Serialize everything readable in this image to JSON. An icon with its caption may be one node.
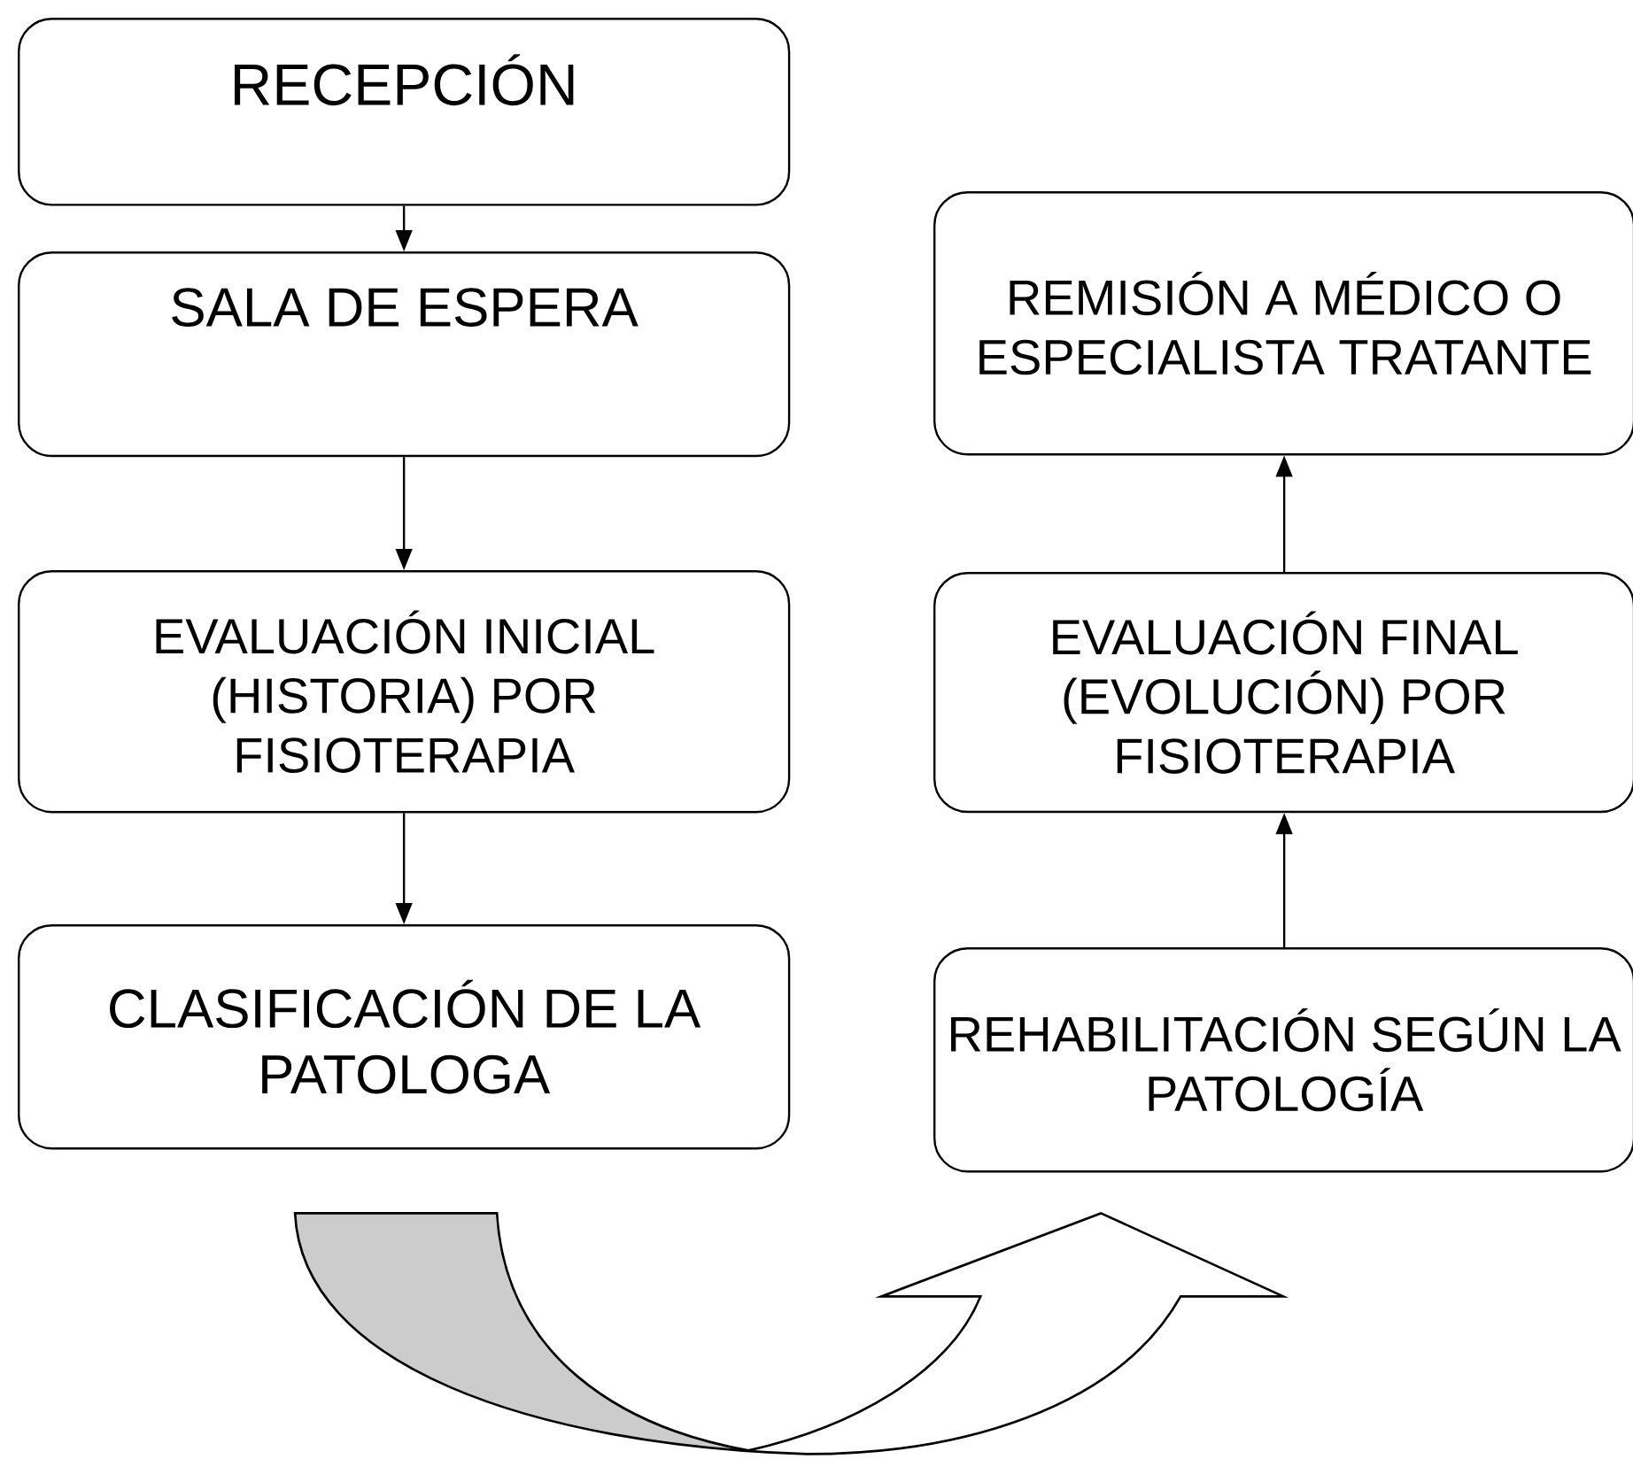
{
  "diagram": {
    "nodes": [
      {
        "text": [
          "RECEPCIÓN"
        ]
      },
      {
        "text": [
          "SALA DE ESPERA"
        ]
      },
      {
        "text": [
          "EVALUACIÓN INICIAL (HISTORIA) POR FISIOTERAPIA"
        ]
      },
      {
        "text": [
          "CLASIFICACIÓN DE LA PATOLOGA"
        ]
      },
      {
        "text": [
          "REHABILITACIÓN SEGÚN LA PATOLOGÍA"
        ]
      },
      {
        "text": [
          "EVALUACIÓN FINAL (EVOLUCIÓN) POR FISIOTERAPIA"
        ]
      },
      {
        "text": [
          "REMISIÓN A MÉDICO O ESPECIALISTA TRATANTE"
        ]
      }
    ],
    "edges": [
      {
        "from": 0,
        "to": 1,
        "arrow": "to"
      },
      {
        "from": 1,
        "to": 2,
        "arrow": "to"
      },
      {
        "from": 2,
        "to": 3,
        "arrow": "to"
      },
      {
        "from": 3,
        "to": 4,
        "arrow": "to",
        "style": "thick"
      },
      {
        "from": 4,
        "to": 5,
        "arrow": "to"
      },
      {
        "from": 5,
        "to": 6,
        "arrow": "to"
      }
    ]
  }
}
